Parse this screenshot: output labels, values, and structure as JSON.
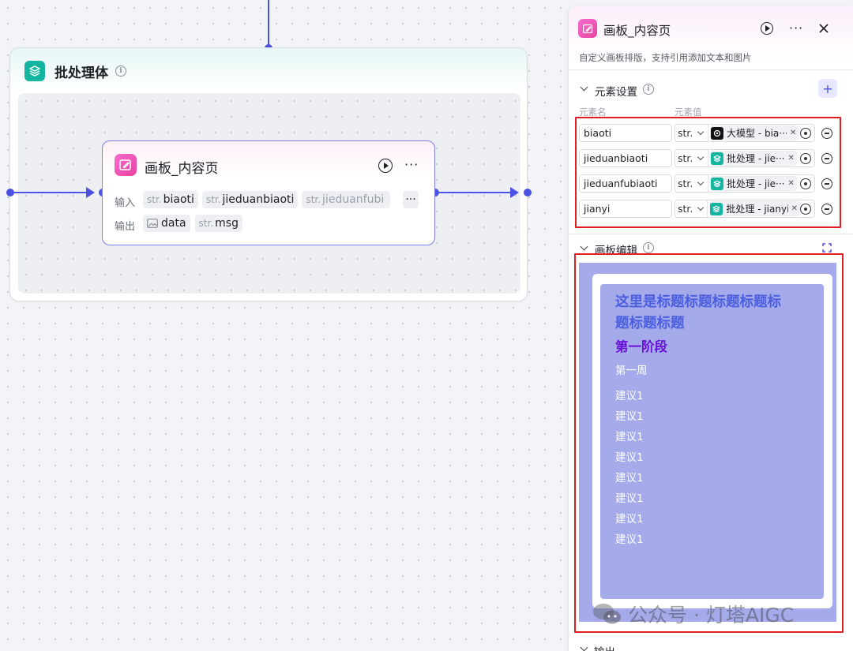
{
  "canvas": {
    "batch": {
      "title": "批处理体"
    },
    "node": {
      "title": "画板_内容页",
      "input_label": "输入",
      "output_label": "输出",
      "inputs": [
        {
          "type": "str.",
          "name": "biaoti"
        },
        {
          "type": "str.",
          "name": "jieduanbiaoti"
        },
        {
          "type": "str.",
          "name": "jieduanfubi"
        }
      ],
      "outputs": [
        {
          "type": "image",
          "name": "data"
        },
        {
          "type": "str.",
          "name": "msg"
        }
      ],
      "more": "···"
    }
  },
  "panel": {
    "title": "画板_内容页",
    "description": "自定义画板排版，支持引用添加文本和图片",
    "element_settings": {
      "title": "元素设置",
      "col_name": "元素名",
      "col_value": "元素值",
      "add": "+",
      "rows": [
        {
          "name": "biaoti",
          "type": "str.",
          "source_icon": "llm-icon",
          "ref": "大模型 - bia···"
        },
        {
          "name": "jieduanbiaoti",
          "type": "str.",
          "source_icon": "batch-icon",
          "ref": "批处理 - jie···"
        },
        {
          "name": "jieduanfubiaoti",
          "type": "str.",
          "source_icon": "batch-icon",
          "ref": "批处理 - jie···"
        },
        {
          "name": "jianyi",
          "type": "str.",
          "source_icon": "batch-icon",
          "ref": "批处理 - jianyi"
        }
      ]
    },
    "canvas_edit": {
      "title": "画板编辑",
      "preview": {
        "heading_line1": "这里是标题标题标题标题标",
        "heading_line2": "题标题标题",
        "stage": "第一阶段",
        "week": "第一周",
        "suggestions": [
          "建议1",
          "建议1",
          "建议1",
          "建议1",
          "建议1",
          "建议1",
          "建议1",
          "建议1"
        ]
      }
    },
    "output_section": {
      "title": "输出"
    }
  },
  "watermark": {
    "text": "公众号 · 灯塔AIGC"
  },
  "colors": {
    "accent": "#4b51e0",
    "batch_teal": "#13b5a0",
    "node_pink": "#e8449d",
    "highlight_red": "#e02020",
    "preview_bg": "#a4aaea",
    "preview_heading": "#4a5ee0",
    "preview_stage": "#6a11d8"
  }
}
